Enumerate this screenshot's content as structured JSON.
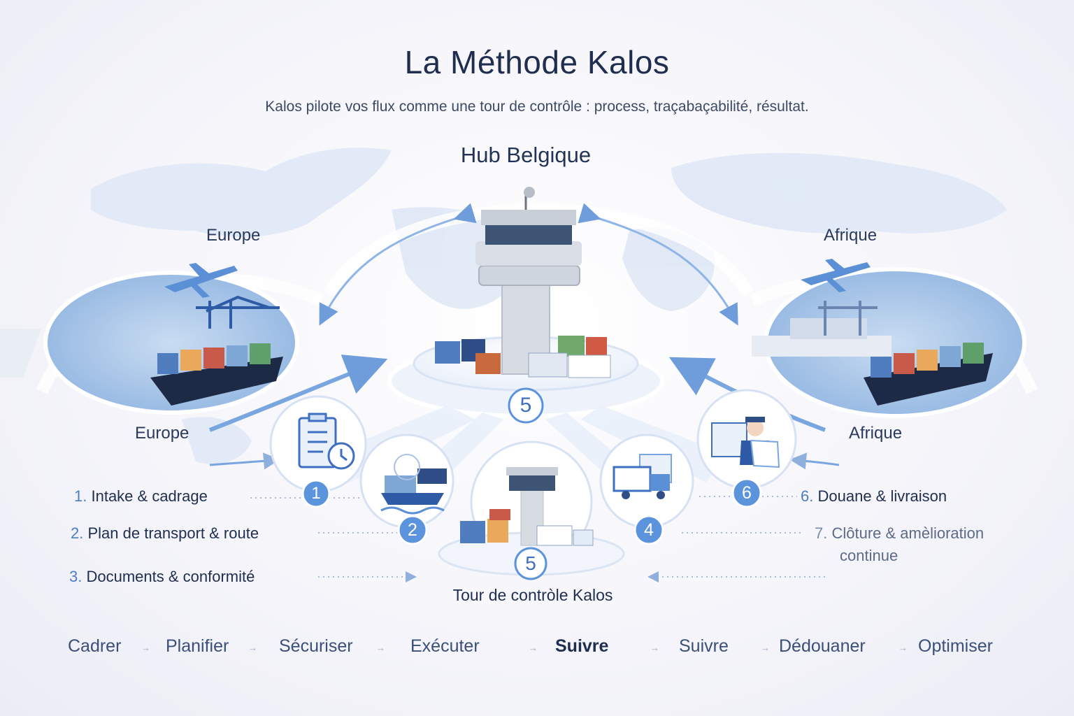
{
  "header": {
    "title": "La Méthode Kalos",
    "subtitle": "Kalos pilote vos flux comme une tour de contrôle : process, traçabaçabilité, résultat."
  },
  "hub": {
    "label": "Hub Belgique",
    "badge": "5"
  },
  "regions": {
    "europe_top": "Europe",
    "europe_bottom": "Europe",
    "afrique_top": "Afrique",
    "afrique_bottom": "Afrique"
  },
  "steps_left": [
    {
      "number": "1.",
      "label": "Intake & cadrage"
    },
    {
      "number": "2.",
      "label": "Plan de transport & route"
    },
    {
      "number": "3.",
      "label": "Documents & conformité"
    }
  ],
  "steps_right": [
    {
      "number": "6.",
      "label": "Douane & livraison"
    },
    {
      "number": "7.",
      "label": "Clôture & amèlioration",
      "label_line2": "continue"
    }
  ],
  "badges": {
    "b1": "1",
    "b2": "2",
    "b4": "4",
    "b5_center": "5",
    "b6": "6"
  },
  "tower": {
    "label": "Tour de contròle Kalos"
  },
  "flow": [
    {
      "label": "Cadrer"
    },
    {
      "label": "Planifier"
    },
    {
      "label": "Sécuriser"
    },
    {
      "label": "Exécuter"
    },
    {
      "label": "Suivre",
      "emphasis": true
    },
    {
      "label": "Suivre"
    },
    {
      "label": "Dédouaner"
    },
    {
      "label": "Optimiser"
    }
  ],
  "flow_separator": "→",
  "icons": {
    "europe": "container-ship-port-icon",
    "afrique": "container-ship-port-icon",
    "hub": "control-tower-icon",
    "step1": "clipboard-stopwatch-icon",
    "step2": "ship-truck-icon",
    "step3": "control-tower-icon",
    "step4": "trucks-documents-icon",
    "step6": "customs-officer-icon"
  },
  "colors": {
    "accent": "#5b93dc",
    "title": "#1f2e4f",
    "text_muted": "#5d6b86",
    "map": "#dce6f4"
  }
}
